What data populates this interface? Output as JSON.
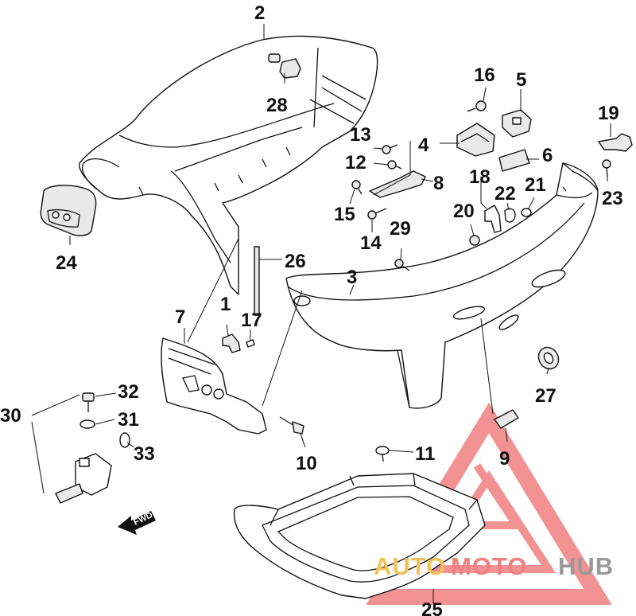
{
  "callouts": {
    "c1": "1",
    "c2": "2",
    "c3": "3",
    "c4": "4",
    "c5": "5",
    "c6": "6",
    "c7": "7",
    "c8": "8",
    "c9": "9",
    "c10": "10",
    "c11": "11",
    "c12": "12",
    "c13": "13",
    "c14": "14",
    "c15": "15",
    "c16": "16",
    "c17": "17",
    "c18": "18",
    "c19": "19",
    "c20": "20",
    "c21": "21",
    "c22": "22",
    "c23": "23",
    "c24": "24",
    "c25": "25",
    "c26": "26",
    "c27": "27",
    "c28": "28",
    "c29": "29",
    "c30": "30",
    "c31": "31",
    "c32": "32",
    "c33": "33"
  },
  "fwd_label": "FWD",
  "watermark": {
    "part1": "AUTO",
    "part2": "MOTO",
    "part3": "HUB",
    "color_accent": "#f08080",
    "color_gold": "#f2c25a",
    "color_gray": "#9a9a9a"
  }
}
